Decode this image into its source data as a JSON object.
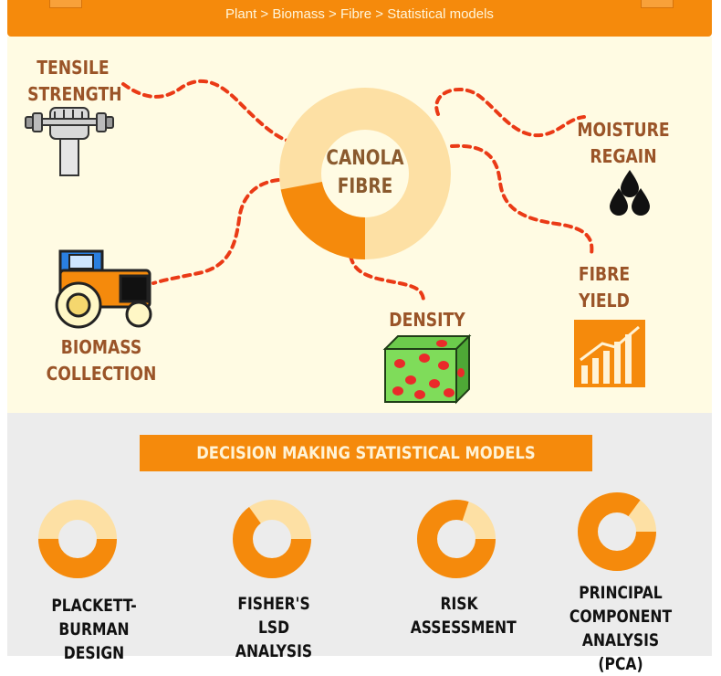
{
  "breadcrumb": "Plant > Biomass > Fibre > Statistical models",
  "center": {
    "label": "CANOLA\nFIBRE",
    "highlight_fraction": 0.22
  },
  "properties": {
    "tensile": "TENSILE\nSTRENGTH",
    "moisture": "MOISTURE\nREGAIN",
    "fibre_yield": "FIBRE\nYIELD",
    "density": "DENSITY",
    "biomass": "BIOMASS\nCOLLECTION"
  },
  "icons": {
    "tensile": "dumbbell-fist-icon",
    "moisture": "water-drops-icon",
    "fibre_yield": "rising-bar-chart-icon",
    "density": "particle-cube-icon",
    "biomass": "tractor-icon"
  },
  "banner": "DECISION MAKING STATISTICAL MODELS",
  "models": [
    {
      "label": "PLACKETT-\nBURMAN DESIGN",
      "fill_fraction": 0.5
    },
    {
      "label": "FISHER'S LSD\nANALYSIS",
      "fill_fraction": 0.65
    },
    {
      "label": "RISK\nASSESSMENT",
      "fill_fraction": 0.8
    },
    {
      "label": "PRINCIPAL\nCOMPONENT\nANALYSIS (PCA)",
      "fill_fraction": 0.85
    }
  ],
  "colors": {
    "orange": "#f58a0c",
    "light_orange": "#fde0a4",
    "dash_red": "#ea3a16",
    "label_brown": "#9a5428",
    "panel_cream": "#fffbe3",
    "panel_grey": "#ececec"
  }
}
